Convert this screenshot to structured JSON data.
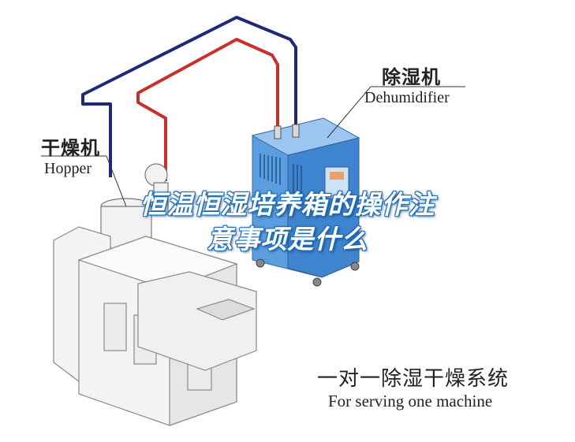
{
  "title": {
    "line1": "恒温恒湿培养箱的操作注",
    "line2": "意事项是什么"
  },
  "labels": {
    "dehumidifier_cn": "除湿机",
    "dehumidifier_en": "Dehumidifier",
    "hopper_cn": "干燥机",
    "hopper_en": "Hopper",
    "system_cn": "一对一除湿干燥系统",
    "system_en": "For serving one machine"
  },
  "colors": {
    "dry_air_pipe": "#1e2a78",
    "return_air_pipe": "#c8302c",
    "dehumidifier_body": "#4a8fd6",
    "title_outline": "#1f6fb6"
  }
}
